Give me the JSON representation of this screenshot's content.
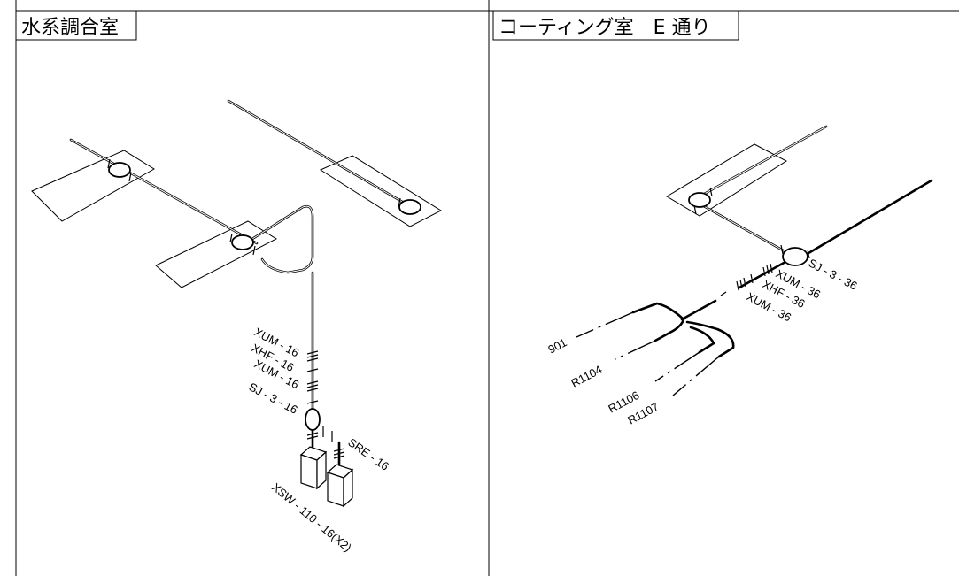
{
  "panels": {
    "left": {
      "title": "水系調合室",
      "labels": {
        "xum1": "XUM - 16",
        "xhf": "XHF - 16",
        "xum2": "XUM - 16",
        "sj": "SJ - 3 - 16",
        "sre": "SRE - 16",
        "xsw": "XSW - 110 - 16(X2)"
      }
    },
    "right": {
      "title": "コーティング室　E 通り",
      "labels": {
        "sj": "SJ - 3 - 36",
        "xum1": "XUM - 36",
        "xhf": "XHF - 36",
        "xum2": "XUM - 36",
        "l901": "901",
        "r1104": "R1104",
        "r1106": "R1106",
        "r1107": "R1107"
      }
    }
  }
}
